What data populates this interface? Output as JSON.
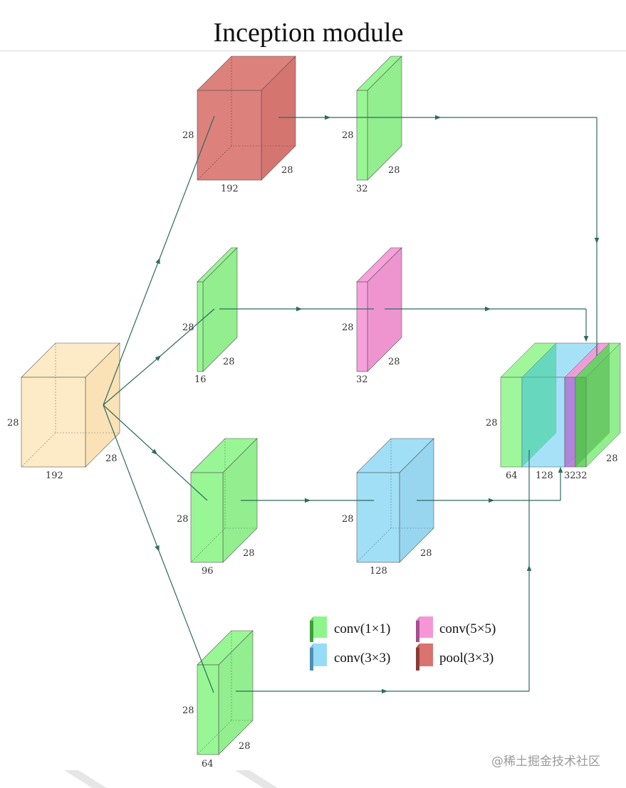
{
  "title": "Inception module",
  "colors": {
    "input": "#fde8c0",
    "pool": "#d9736e",
    "conv1x1": "#8ef58a",
    "conv3x3": "#97dcf6",
    "conv5x5": "#f597d6",
    "arrow": "#2f6b5e"
  },
  "blocks": {
    "input": {
      "height": "28",
      "depth": "28",
      "channels": "192"
    },
    "pool": {
      "height": "28",
      "depth": "28",
      "channels": "192"
    },
    "pool_conv": {
      "height": "28",
      "depth": "28",
      "channels": "32"
    },
    "reduce5": {
      "height": "28",
      "depth": "28",
      "channels": "16"
    },
    "conv5": {
      "height": "28",
      "depth": "28",
      "channels": "32"
    },
    "reduce3": {
      "height": "28",
      "depth": "28",
      "channels": "96"
    },
    "conv3": {
      "height": "28",
      "depth": "28",
      "channels": "128"
    },
    "conv1": {
      "height": "28",
      "depth": "28",
      "channels": "64"
    }
  },
  "output": {
    "height": "28",
    "depth": "28",
    "c1": "64",
    "c2": "128",
    "c3": "32",
    "c4": "32"
  },
  "legend": {
    "conv1x1": "conv(1×1)",
    "conv5x5": "conv(5×5)",
    "conv3x3": "conv(3×3)",
    "pool3x3": "pool(3×3)"
  },
  "watermark": "@稀土掘金技术社区"
}
